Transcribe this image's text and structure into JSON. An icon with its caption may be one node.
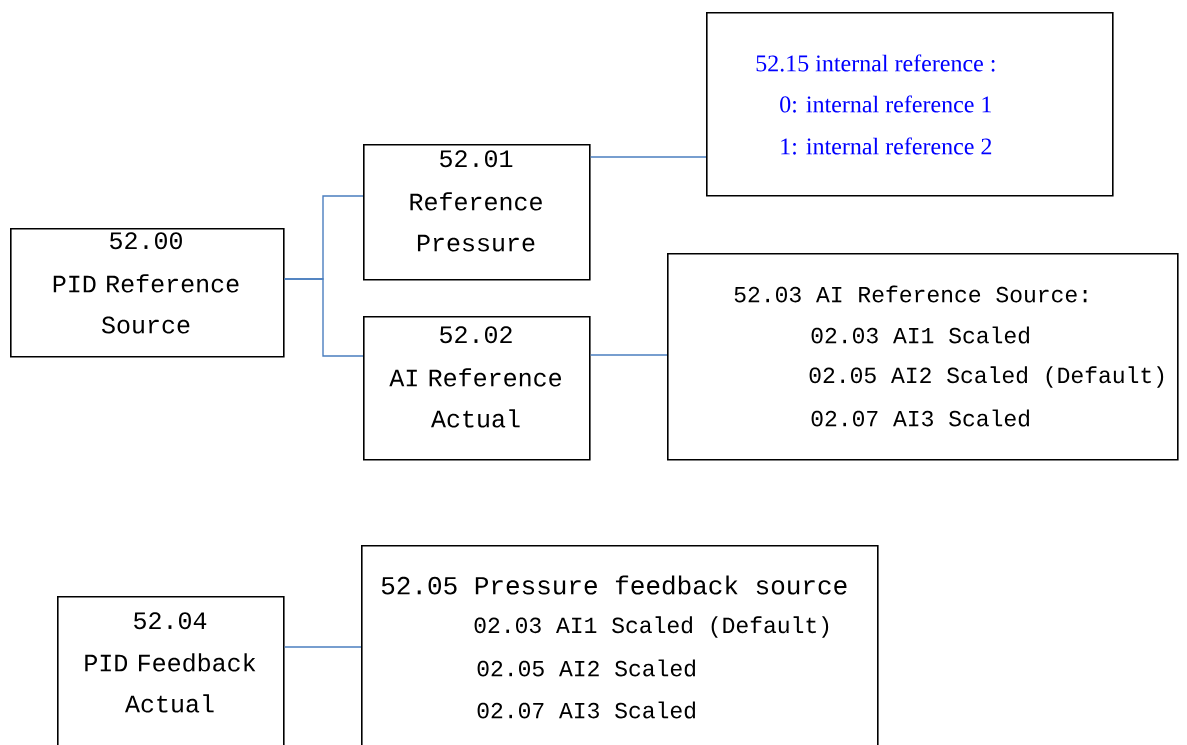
{
  "diagram": {
    "nodes": [
      {
        "text": [
          "52.00",
          "PID Reference Source"
        ]
      },
      {
        "text": [
          "52.01",
          "Reference Pressure"
        ]
      },
      {
        "text": [
          "52.02",
          "AI Reference Actual"
        ]
      },
      {
        "text": [
          "52.15 internal reference :",
          "0: internal reference 1",
          "1: internal reference 2"
        ]
      },
      {
        "text": [
          "52.03 AI Reference Source:",
          "02.03 AI1 Scaled",
          "02.05 AI2 Scaled (Default)",
          "02.07 AI3 Scaled"
        ]
      },
      {
        "text": [
          "52.04",
          "PID Feedback Actual"
        ]
      },
      {
        "text": [
          "52.05 Pressure feedback source",
          "02.03 AI1 Scaled (Default)",
          "02.05 AI2 Scaled",
          "02.07 AI3 Scaled"
        ]
      }
    ],
    "edges": [
      {
        "from": 0,
        "to": 1,
        "arrow": "none"
      },
      {
        "from": 0,
        "to": 2,
        "arrow": "none"
      },
      {
        "from": 1,
        "to": 3,
        "arrow": "none"
      },
      {
        "from": 2,
        "to": 4,
        "arrow": "none"
      },
      {
        "from": 5,
        "to": 6,
        "arrow": "none"
      }
    ]
  }
}
